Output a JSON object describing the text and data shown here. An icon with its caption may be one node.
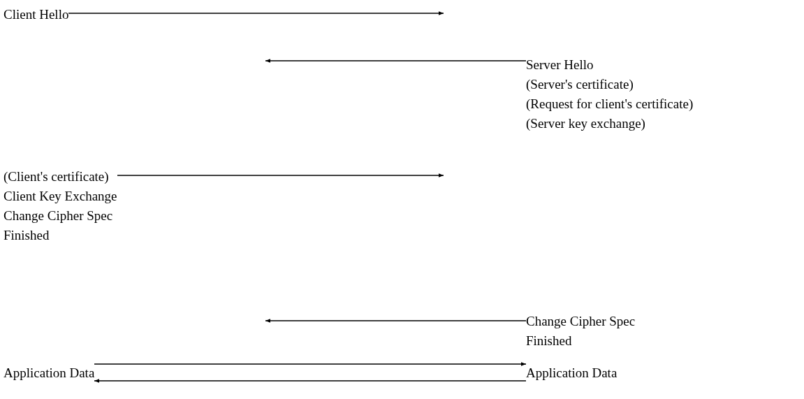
{
  "diagram": {
    "nodes": [
      {
        "text": [
          "Client Hello"
        ]
      },
      {
        "text": [
          "Server Hello",
          "(Server's certificate)",
          "(Request for client's certificate)",
          "(Server key exchange)"
        ]
      },
      {
        "text": [
          "(Client's certificate)",
          "Client Key Exchange",
          "Change Cipher Spec",
          "Finished"
        ]
      },
      {
        "text": [
          "Change Cipher Spec",
          "Finished"
        ]
      },
      {
        "text": [
          "Application Data"
        ]
      },
      {
        "text": [
          "Application Data"
        ]
      }
    ],
    "edges": [
      {
        "from": 0,
        "to": null,
        "arrow": "to"
      },
      {
        "from": 1,
        "to": null,
        "arrow": "to"
      },
      {
        "from": 2,
        "to": null,
        "arrow": "to"
      },
      {
        "from": 3,
        "to": null,
        "arrow": "to"
      },
      {
        "from": 4,
        "to": 5,
        "arrow": "to"
      },
      {
        "from": 5,
        "to": 4,
        "arrow": "to"
      }
    ]
  }
}
